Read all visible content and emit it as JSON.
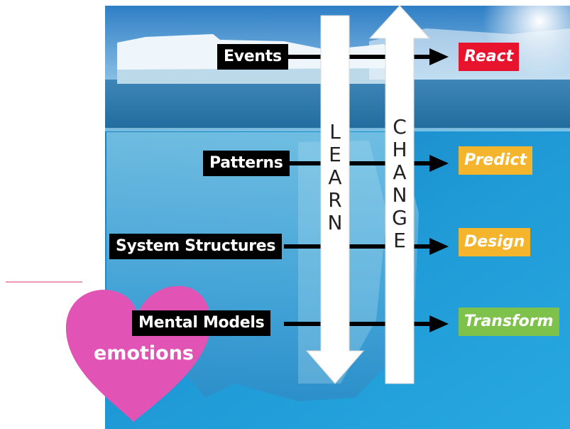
{
  "levels": [
    {
      "label": "Events",
      "outcome": "React",
      "outcome_color": "#e8132c"
    },
    {
      "label": "Patterns",
      "outcome": "Predict",
      "outcome_color": "#f4b52d"
    },
    {
      "label": "System Structures",
      "outcome": "Design",
      "outcome_color": "#f4b52d"
    },
    {
      "label": "Mental Models",
      "outcome": "Transform",
      "outcome_color": "#7fc24b"
    }
  ],
  "learn_letters": [
    "L",
    "E",
    "A",
    "R",
    "N"
  ],
  "change_letters": [
    "C",
    "H",
    "A",
    "N",
    "G",
    "E"
  ],
  "heart_label": "emotions",
  "colors": {
    "heart": "#e153b4",
    "sky": "#3d8fd2",
    "water": "#1d93d3",
    "iceberg": "#e8f4fb"
  }
}
